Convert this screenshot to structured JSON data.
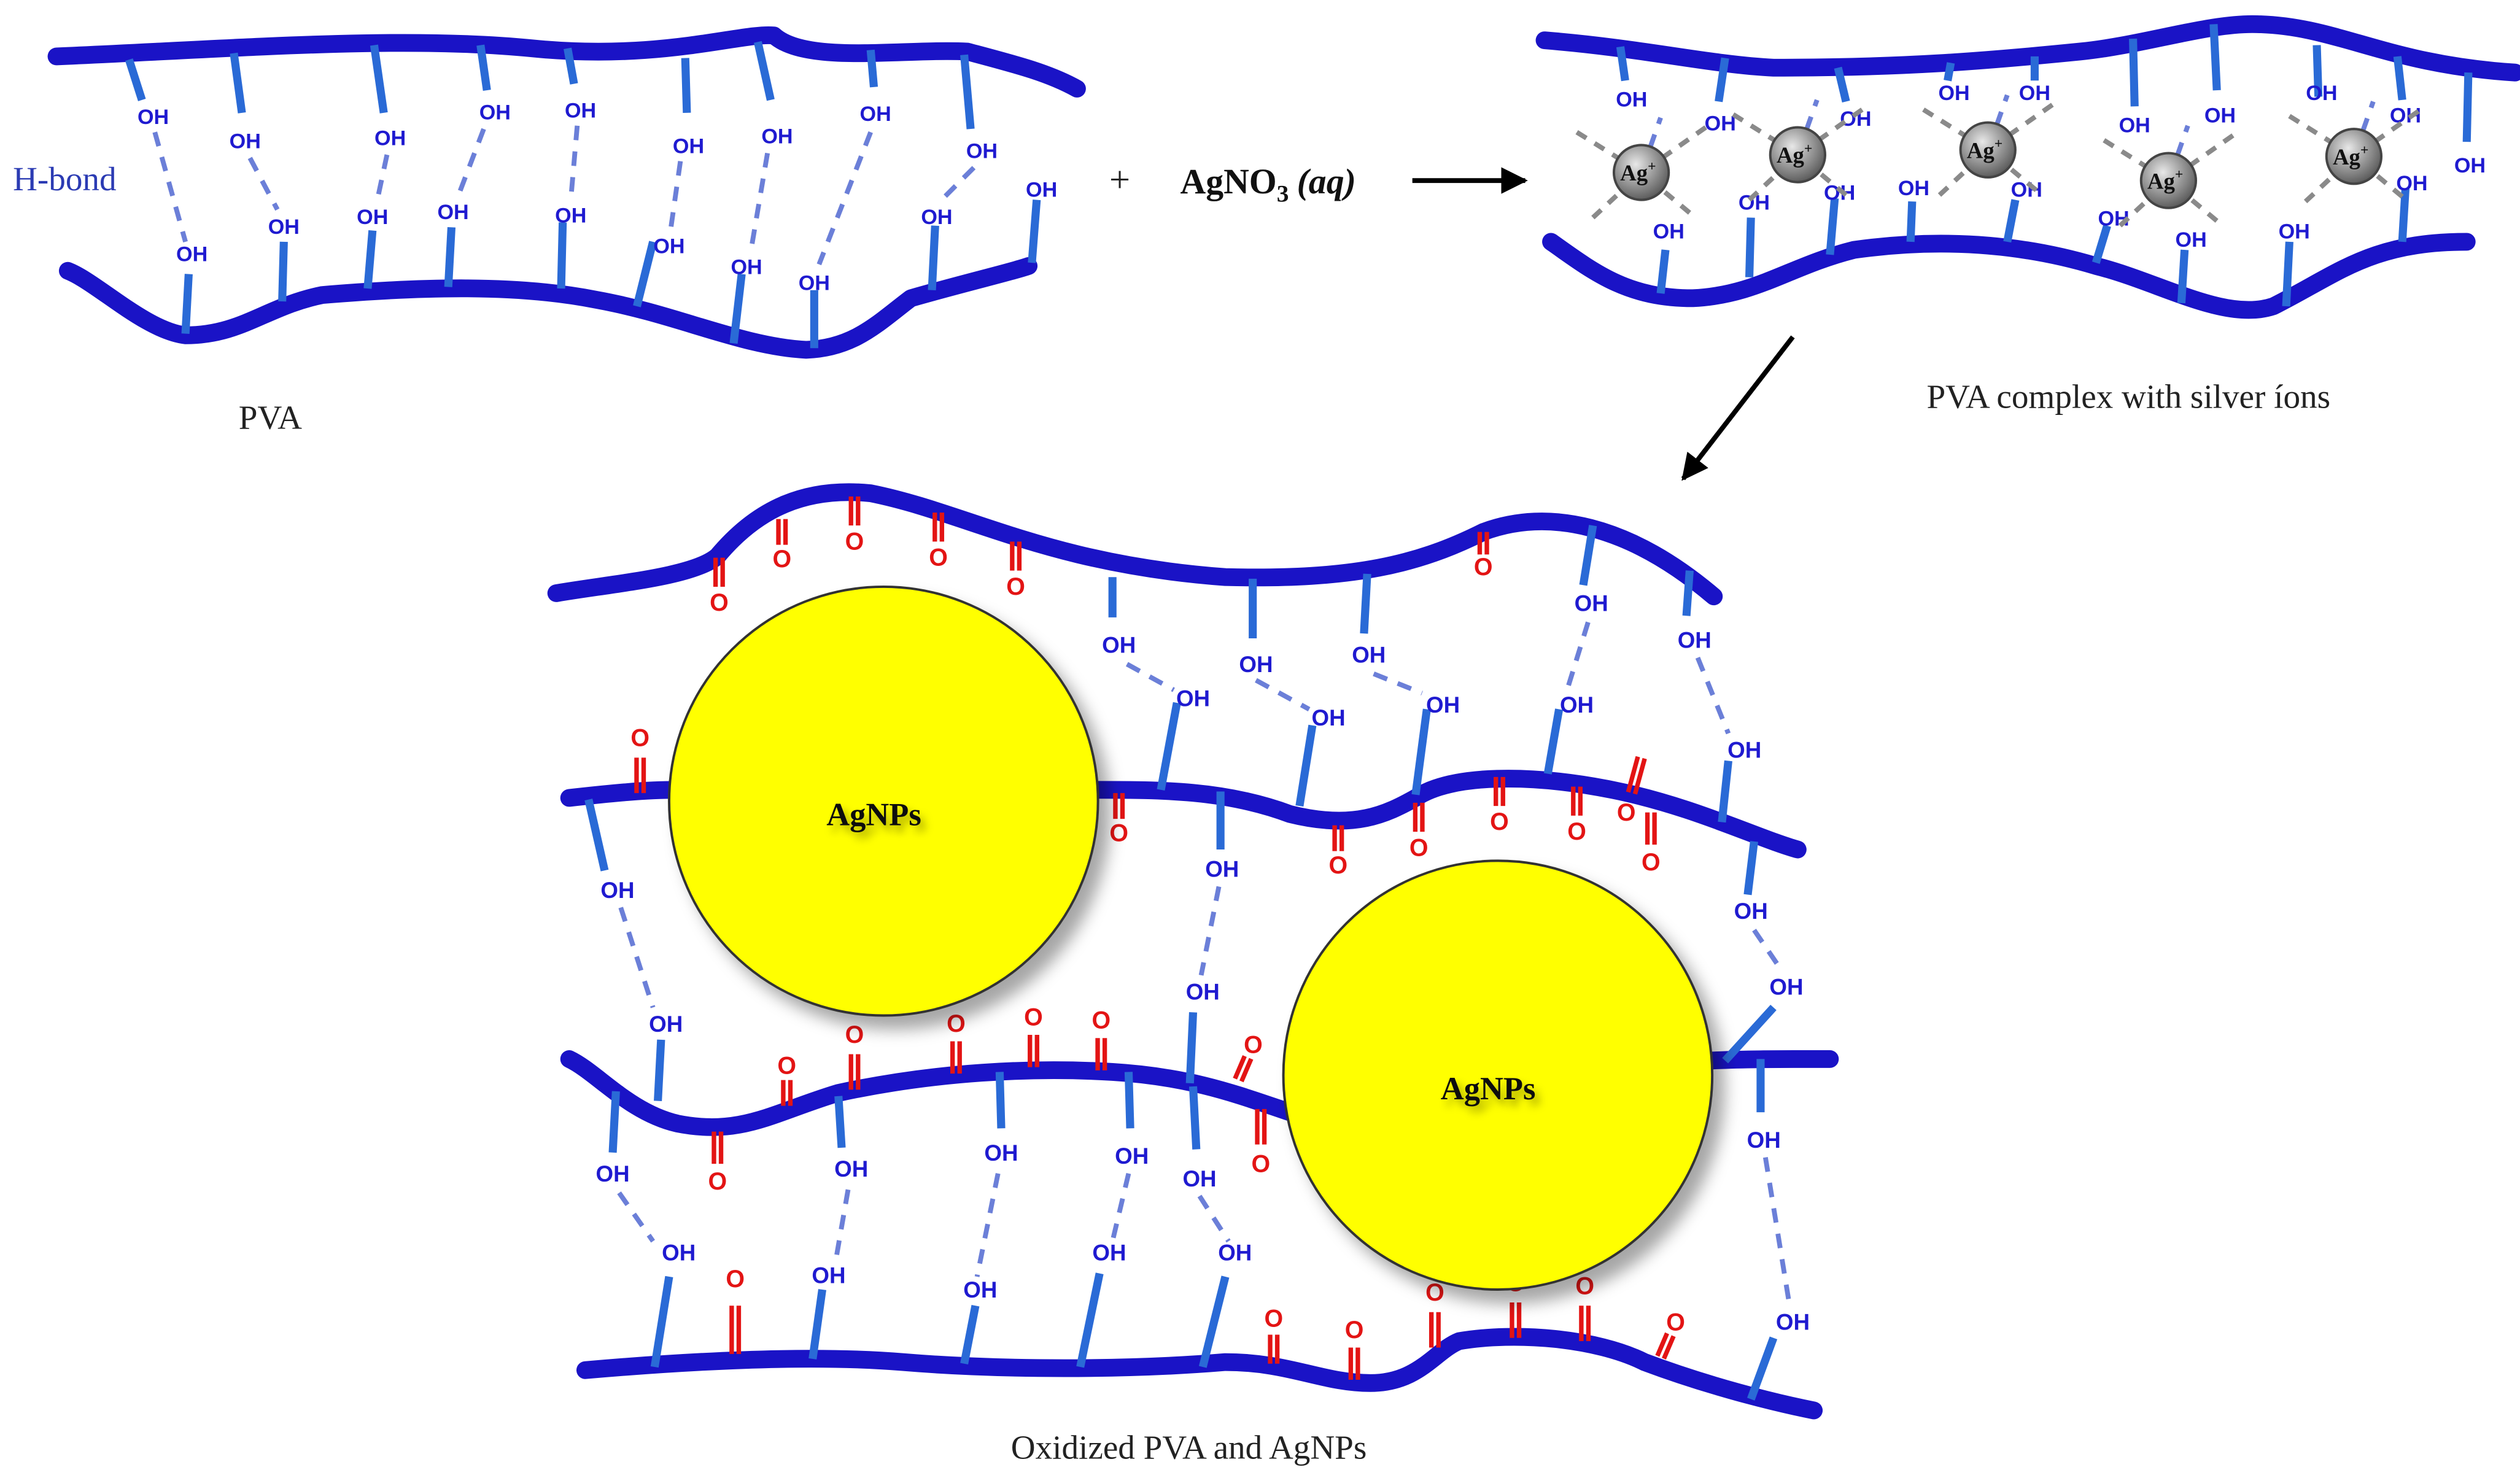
{
  "colors": {
    "chain": "#1a13c6",
    "oh_text": "#1f1ad0",
    "oh_stick": "#2a6ad6",
    "carbonyl": "#e31414",
    "nanoparticle": "#ffff00",
    "ion": "#8c8c8c",
    "label": "#222222",
    "hbond_label": "#2b3bb3"
  },
  "labels": {
    "hbond": "H-bond",
    "pva": "PVA",
    "plus": "+",
    "reagent_main": "AgNO",
    "reagent_sub": "3",
    "reagent_state": "(aq)",
    "complex": "PVA complex with silver íons",
    "final": "Oxidized PVA  and AgNPs"
  },
  "groups": {
    "hydroxyl": "OH",
    "carbonyl": "O",
    "ion_base": "Ag",
    "ion_charge": "+",
    "nanoparticle": "AgNPs"
  },
  "diagram": {
    "stages": [
      "PVA",
      "PVA complex with silver íons",
      "Oxidized PVA  and AgNPs"
    ],
    "silver_ion_count": 5,
    "nanoparticle_count": 2,
    "arrows": [
      {
        "from": "PVA + AgNO3 (aq)",
        "to": "PVA complex with silver íons",
        "direction": "right"
      },
      {
        "from": "PVA complex with silver íons",
        "to": "Oxidized PVA  and AgNPs",
        "direction": "down-left"
      }
    ]
  }
}
